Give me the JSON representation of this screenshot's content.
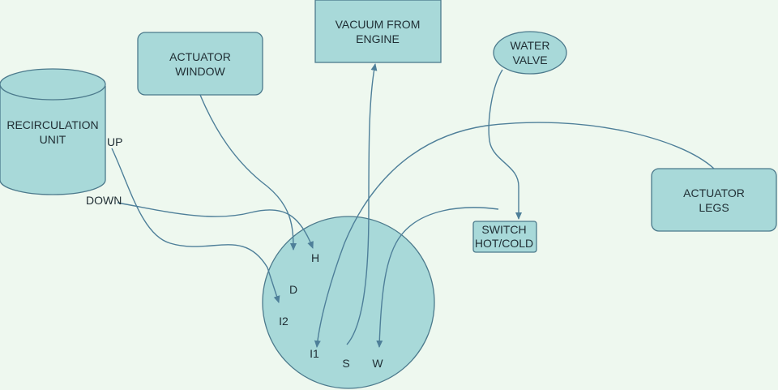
{
  "nodes": {
    "recirculation_unit": {
      "line1": "RECIRCULATION",
      "line2": "UNIT"
    },
    "actuator_window": {
      "line1": "ACTUATOR",
      "line2": "WINDOW"
    },
    "vacuum_from_engine": {
      "line1": "VACUUM FROM",
      "line2": "ENGINE"
    },
    "water_valve": {
      "line1": "WATER",
      "line2": "VALVE"
    },
    "actuator_legs": {
      "line1": "ACTUATOR",
      "line2": "LEGS"
    },
    "switch_hot_cold": {
      "line1": "SWITCH",
      "line2": "HOT/COLD"
    }
  },
  "ports": {
    "up": "UP",
    "down": "DOWN"
  },
  "valve_terminals": {
    "h": "H",
    "d": "D",
    "i2": "I2",
    "i1": "I1",
    "s": "S",
    "w": "W"
  },
  "colors": {
    "background": "#eef8ef",
    "node_fill": "#a8d9d9",
    "node_stroke": "#4c7a8c",
    "edge": "#4e7f99"
  }
}
